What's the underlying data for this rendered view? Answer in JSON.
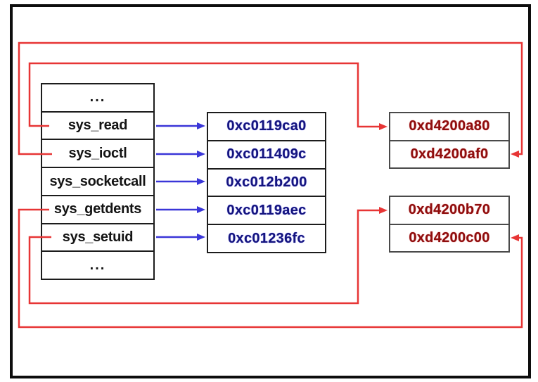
{
  "diagram": {
    "description": "Syscall table hooking diagram",
    "colors": {
      "background": "#ffffff",
      "outer_border": "#0d0d0d",
      "table_border": "#1c1c1c",
      "hook_box_border": "#4a4a4a",
      "syscall_text": "#141414",
      "pointer_text": "#15157d",
      "hook_text": "#8e0e0e",
      "blue_arrow": "#3a36d8",
      "red_arrow": "#e73535"
    },
    "left_table": {
      "rows": [
        "...",
        "sys_read",
        "sys_ioctl",
        "sys_socketcall",
        "sys_getdents",
        "sys_setuid",
        "..."
      ]
    },
    "middle_column": {
      "values": [
        "0xc0119ca0",
        "0xc011409c",
        "0xc012b200",
        "0xc0119aec",
        "0xc01236fc"
      ]
    },
    "right_top": {
      "values": [
        "0xd4200a80",
        "0xd4200af0"
      ]
    },
    "right_bottom": {
      "values": [
        "0xd4200b70",
        "0xd4200c00"
      ]
    },
    "connections": {
      "blue": [
        {
          "from": "sys_read",
          "to": "0xc0119ca0"
        },
        {
          "from": "sys_ioctl",
          "to": "0xc011409c"
        },
        {
          "from": "sys_socketcall",
          "to": "0xc012b200"
        },
        {
          "from": "sys_getdents",
          "to": "0xc0119aec"
        },
        {
          "from": "sys_setuid",
          "to": "0xc01236fc"
        }
      ],
      "red": [
        {
          "from": "sys_read",
          "to": "0xd4200a80"
        },
        {
          "from": "sys_ioctl",
          "to": "0xd4200af0"
        },
        {
          "from": "sys_getdents",
          "to": "0xd4200c00"
        },
        {
          "from": "sys_setuid",
          "to": "0xd4200b70"
        }
      ]
    }
  }
}
